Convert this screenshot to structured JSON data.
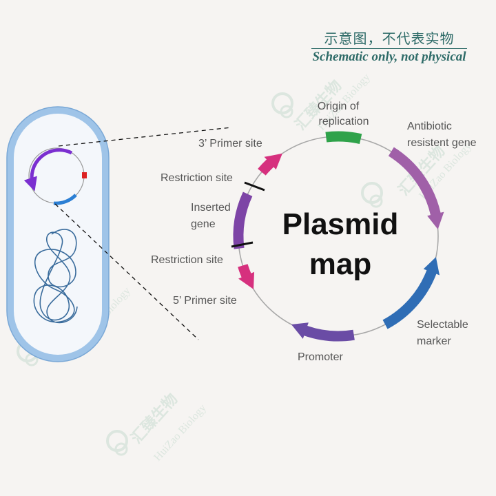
{
  "header": {
    "chinese_title": "示意图，不代表实物",
    "english_title": "Schematic only, not physical"
  },
  "plasmid": {
    "title_line1": "Plasmid",
    "title_line2": "map"
  },
  "labels": {
    "origin_line1": "Origin of",
    "origin_line2": "replication",
    "antibiotic_line1": "Antibiotic",
    "antibiotic_line2": "resistent gene",
    "primer3": "3’ Primer site",
    "restriction_top": "Restriction site",
    "inserted_line1": "Inserted",
    "inserted_line2": "gene",
    "restriction_bottom": "Restriction site",
    "primer5": "5’ Primer site",
    "selectable_line1": "Selectable",
    "selectable_line2": "marker",
    "promoter": "Promoter"
  },
  "watermark": {
    "cn": "汇臻生物",
    "en": "HuiZao Biology"
  },
  "colors": {
    "origin": "#2fa24a",
    "antibiotic": "#a060a8",
    "selectable": "#2f6db5",
    "promoter": "#6a4ca5",
    "inserted": "#7d44a6",
    "primer": "#d6307e",
    "restriction_mark": "#111111",
    "cell_outer": "#9fc4e8",
    "cell_inner": "#f4f7fb",
    "chromosome": "#3a6c9c",
    "text": "#555555",
    "header": "#2e6b68"
  }
}
